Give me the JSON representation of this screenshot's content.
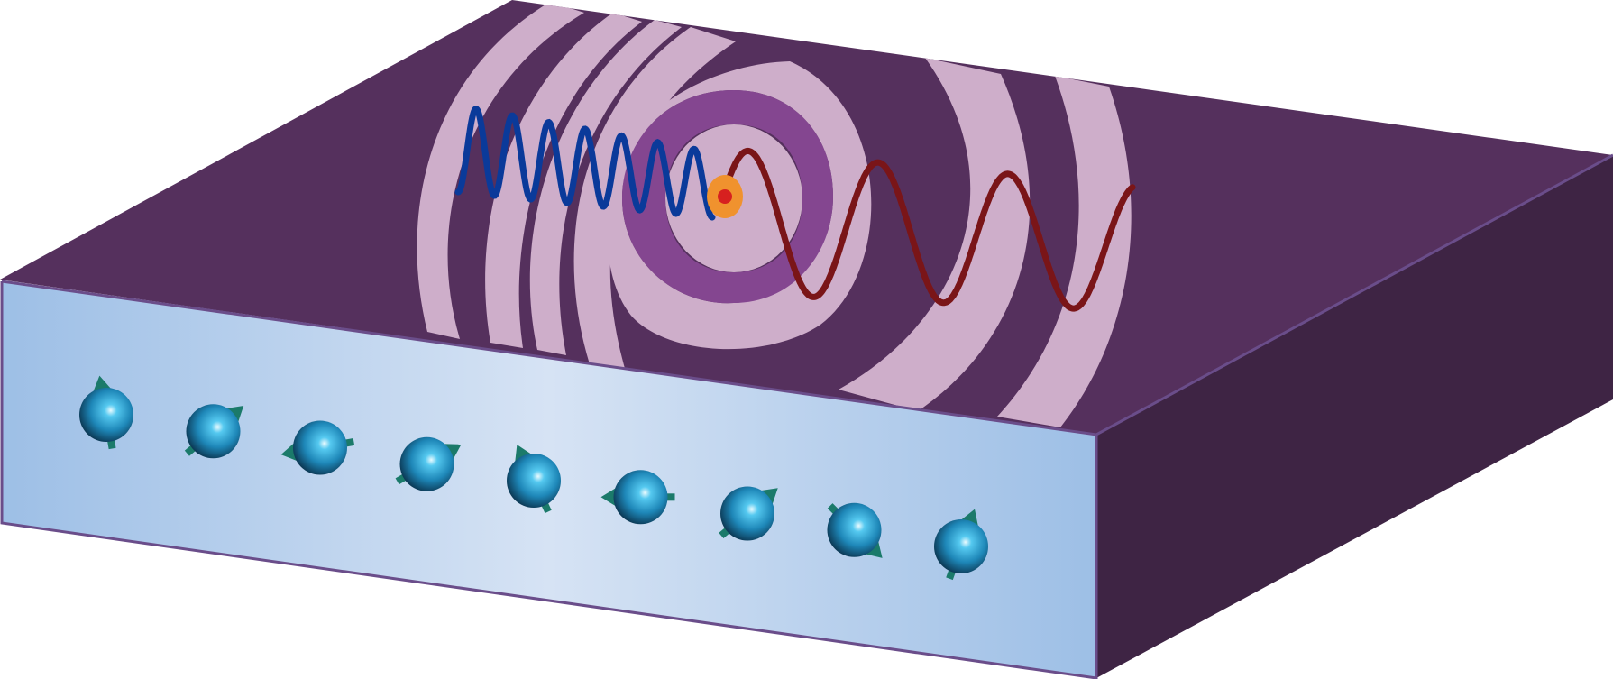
{
  "diagram": {
    "colors": {
      "top_face": "#55305D",
      "side_face": "#3E2444",
      "front_light": "#D6E3F4",
      "front_dark": "#9DBFE6",
      "edge": "#6A4D8A",
      "wave_ring": "#CEAECA",
      "inner_ring": "#844690",
      "blue_wave": "#0A3A9A",
      "red_wave": "#7A1518",
      "source_outer": "#F0922E",
      "source_inner": "#D7201F",
      "spin_sphere": "#1E87B8",
      "spin_arrow": "#1B7A6A"
    },
    "spins": [
      {
        "angle": -100
      },
      {
        "angle": -40
      },
      {
        "angle": 170
      },
      {
        "angle": -30
      },
      {
        "angle": -115
      },
      {
        "angle": 180
      },
      {
        "angle": -40
      },
      {
        "angle": 45
      },
      {
        "angle": -70
      }
    ]
  }
}
